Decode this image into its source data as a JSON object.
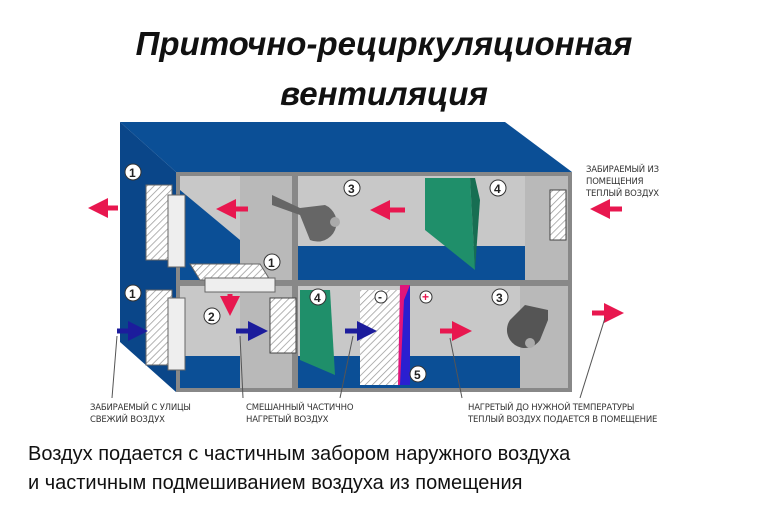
{
  "title": {
    "line1": "Приточно-рециркуляционная",
    "line2": "вентиляция"
  },
  "labels": {
    "room_intake": [
      "ЗАБИРАЕМЫЙ ИЗ",
      "ПОМЕЩЕНИЯ",
      "ТЕПЛЫЙ ВОЗДУХ"
    ],
    "street_intake": [
      "ЗАБИРАЕМЫЙ С УЛИЦЫ",
      "СВЕЖИЙ ВОЗДУХ"
    ],
    "mixed": [
      "СМЕШАННЫЙ ЧАСТИЧНО",
      "НАГРЕТЫЙ ВОЗДУХ"
    ],
    "supply": [
      "НАГРЕТЫЙ ДО НУЖНОЙ ТЕМПЕРАТУРЫ",
      "ТЕПЛЫЙ ВОЗДУХ ПОДАЕТСЯ В ПОМЕЩЕНИЕ"
    ]
  },
  "markers": {
    "filter": "1",
    "mixing": "2",
    "fan": "3",
    "silencer": "4",
    "heater": "5",
    "minus": "-",
    "plus": "+"
  },
  "caption": {
    "line1": "Воздух подается с частичным забором наружного воздуха",
    "line2": "и частичным подмешиванием воздуха из помещения"
  },
  "colors": {
    "casing": "#0b4f96",
    "chamber": "#c8c8c8",
    "silencer": "#1f8f6a",
    "warm_arrow": "#e8174f",
    "cold_arrow": "#1c1c9c"
  }
}
